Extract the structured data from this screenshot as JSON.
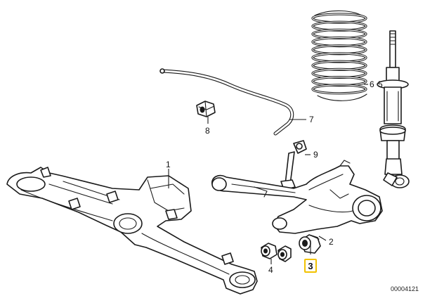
{
  "labels": {
    "axle_carrier": "1",
    "trailing_arm": "2",
    "rubber_mount": "3",
    "mount_pair": "4",
    "shock_absorber": "5",
    "coil_spring": "6",
    "stabilizer_bar": "7",
    "stabilizer_bushing": "8",
    "link_rod": "9"
  },
  "highlight": {
    "label": "3",
    "color": "#f2c200"
  },
  "diagram_id": "00004121"
}
